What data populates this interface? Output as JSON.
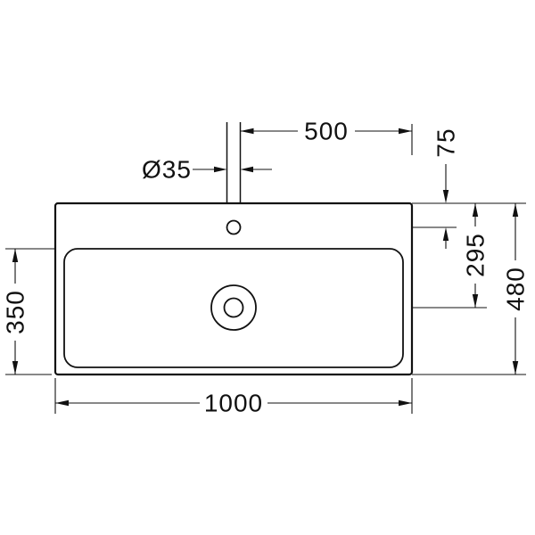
{
  "drawing": {
    "type": "technical-dimension-drawing",
    "subject": "rectangular washbasin, top view",
    "labels": {
      "tap_to_edge": "500",
      "tap_hole_diameter": "Ø35",
      "tap_from_rear": "75",
      "drain_from_rear": "295",
      "depth_total": "480",
      "depth_inner": "350",
      "width_total": "1000"
    }
  }
}
